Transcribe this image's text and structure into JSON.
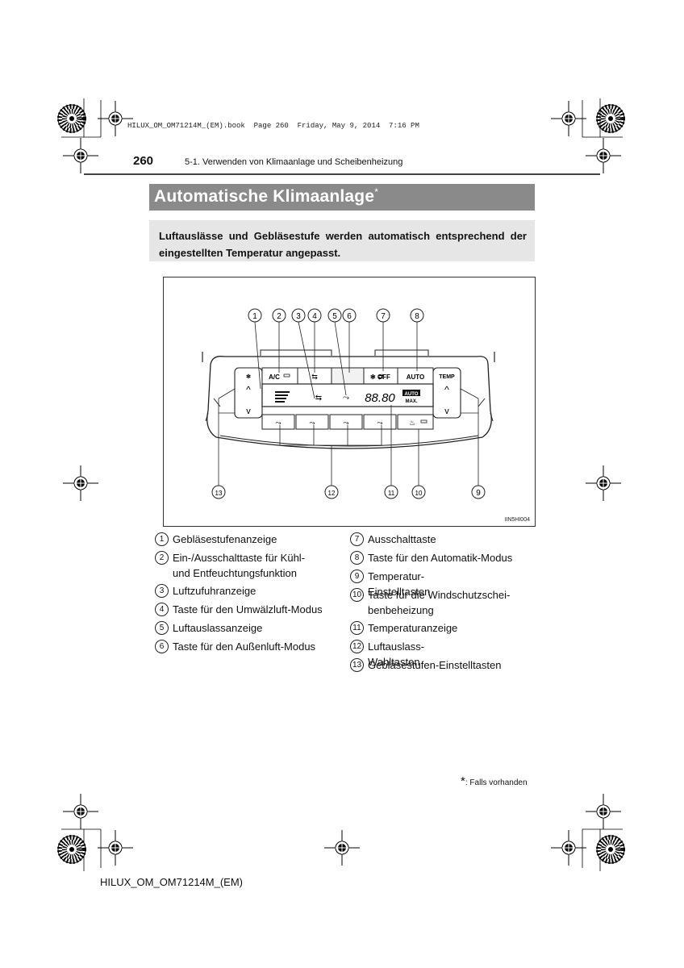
{
  "header": {
    "book_meta": "HILUX_OM_OM71214M_(EM).book  Page 260  Friday, May 9, 2014  7:16 PM",
    "page_number": "260",
    "section": "5-1. Verwenden von Klimaanlage und Scheibenheizung"
  },
  "title": {
    "text": "Automatische Klimaanlage",
    "star": "*"
  },
  "intro": "Luftauslässe und Gebläsestufe werden automatisch entsprechend der eingestellten Temperatur angepasst.",
  "figure": {
    "code": "IIN5HI004",
    "callouts": [
      "1",
      "2",
      "3",
      "4",
      "5",
      "6",
      "7",
      "8",
      "9",
      "10",
      "11",
      "12",
      "13"
    ],
    "panel": {
      "ac_label": "A/C",
      "off_label": "OFF",
      "auto_label": "AUTO",
      "temp_label": "TEMP",
      "display_temp": "88.80",
      "display_auto": "AUTO",
      "display_max": "MAX."
    }
  },
  "legend": {
    "left": [
      {
        "num": "1",
        "text": "Gebläsestufenanzeige"
      },
      {
        "num": "2",
        "line1": "Ein-/Ausschalttaste für Kühl-",
        "line2": "und Entfeuchtungsfunktion"
      },
      {
        "num": "3",
        "text": "Luftzufuhranzeige"
      },
      {
        "num": "4",
        "text": "Taste für den Umwälzluft-Modus"
      },
      {
        "num": "5",
        "text": "Luftauslassanzeige"
      },
      {
        "num": "6",
        "text": "Taste für den Außenluft-Modus"
      }
    ],
    "right": [
      {
        "num": "7",
        "text": "Ausschalttaste"
      },
      {
        "num": "8",
        "text": "Taste für den Automatik-Modus"
      },
      {
        "num": "9",
        "text": "Temperatur-Einstelltasten"
      },
      {
        "num": "10",
        "line1": "Taste für die Windschutzschei-",
        "line2": "benbeheizung"
      },
      {
        "num": "11",
        "text": "Temperaturanzeige"
      },
      {
        "num": "12",
        "text": "Luftauslass-Wahltasten"
      },
      {
        "num": "13",
        "text": "Gebläsestufen-Einstelltasten"
      }
    ]
  },
  "footnote": {
    "star": "*",
    "text": ": Falls vorhanden"
  },
  "footer": {
    "code": "HILUX_OM_OM71214M_(EM)"
  },
  "icons": [
    "registration-crosshair-icon",
    "registration-starburst-icon",
    "fan-icon",
    "recirculation-icon",
    "fresh-air-icon",
    "defroster-icon",
    "chevron-up-icon",
    "chevron-down-icon"
  ]
}
